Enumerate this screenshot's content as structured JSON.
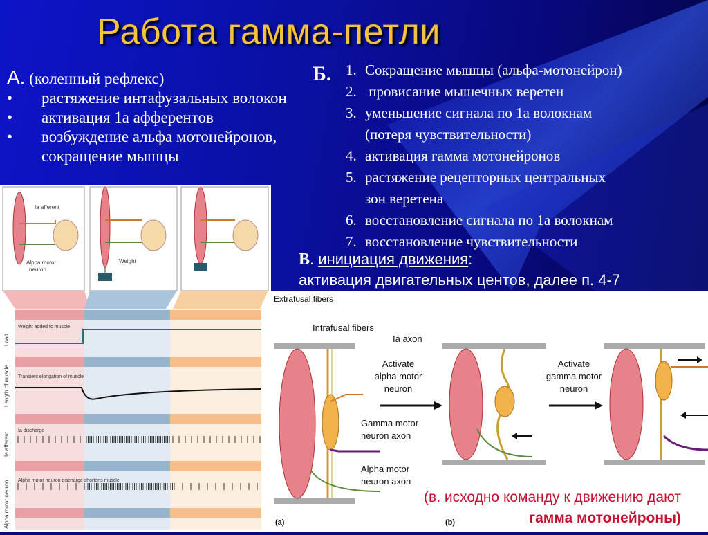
{
  "title": "Работа гамма-петли",
  "sectionA": {
    "label": "А.",
    "subtitle": " (коленный рефлекс)",
    "bullet": "•",
    "items": [
      "растяжение интафузальных волокон",
      "активация 1а афферентов",
      "возбуждение альфа мотонейронов,",
      "сокращение мышцы"
    ]
  },
  "sectionB": {
    "label": "Б.",
    "items": [
      {
        "n": "1.",
        "t": "Сокращение мышцы (альфа-мотонейрон)"
      },
      {
        "n": "2.",
        "t": " провисание мышечных веретен"
      },
      {
        "n": "3.",
        "t": "уменьшение сигнала по 1а волокнам"
      },
      {
        "n": "",
        "t": "(потеря чувствительности)"
      },
      {
        "n": "4.",
        "t": "активация гамма мотонейронов"
      },
      {
        "n": "5.",
        "t": "растяжение рецепторных центральных"
      },
      {
        "n": "",
        "t": "зон веретена"
      },
      {
        "n": "6.",
        "t": "восстановление сигнала по 1а волокнам"
      },
      {
        "n": "7.",
        "t": "восстановление чувствительности"
      }
    ]
  },
  "sectionV": {
    "label": "В",
    "dot": ".",
    "heading": "инициация движения",
    "colon": ":",
    "line": "активация двигательных центов, далее п. 4-7"
  },
  "leftFigure": {
    "ia_afferent": "Ia afferent",
    "alpha_motor": "Alpha motor",
    "neuron": "neuron",
    "weight": "Weight",
    "rows": [
      {
        "side": "Load",
        "caption": "Weight added to muscle"
      },
      {
        "side": "Length of muscle",
        "caption": "Transient elongation of muscle"
      },
      {
        "side": "Ia afferent",
        "caption": "Ia discharge"
      },
      {
        "side": "Alpha motor neuron",
        "caption": "Alpha motor neuron discharge shortens muscle"
      }
    ]
  },
  "rightFigure": {
    "extrafusal": "Extrafusal fibers",
    "intrafusal": "Intrafusal fibers",
    "ia_axon": "Ia axon",
    "gamma_axon_1": "Gamma motor",
    "gamma_axon_2": "neuron axon",
    "alpha_axon_1": "Alpha motor",
    "alpha_axon_2": "neuron axon",
    "activate_alpha": [
      "Activate",
      "alpha motor",
      "neuron"
    ],
    "activate_gamma": [
      "Activate",
      "gamma motor",
      "neuron"
    ],
    "label_a": "(a)",
    "label_b": "(b)"
  },
  "note": {
    "line1": "(в. исходно команду к движению дают",
    "line2": "гамма мотонейроны)"
  },
  "colors": {
    "title": "#f5c23a",
    "note": "#c8102e",
    "muscle": "#e8828a",
    "spindle": "#f2b24a",
    "ia_fiber": "#c87a28",
    "gamma_fiber": "#6a1a7a",
    "alpha_fiber": "#5a8a3a"
  }
}
